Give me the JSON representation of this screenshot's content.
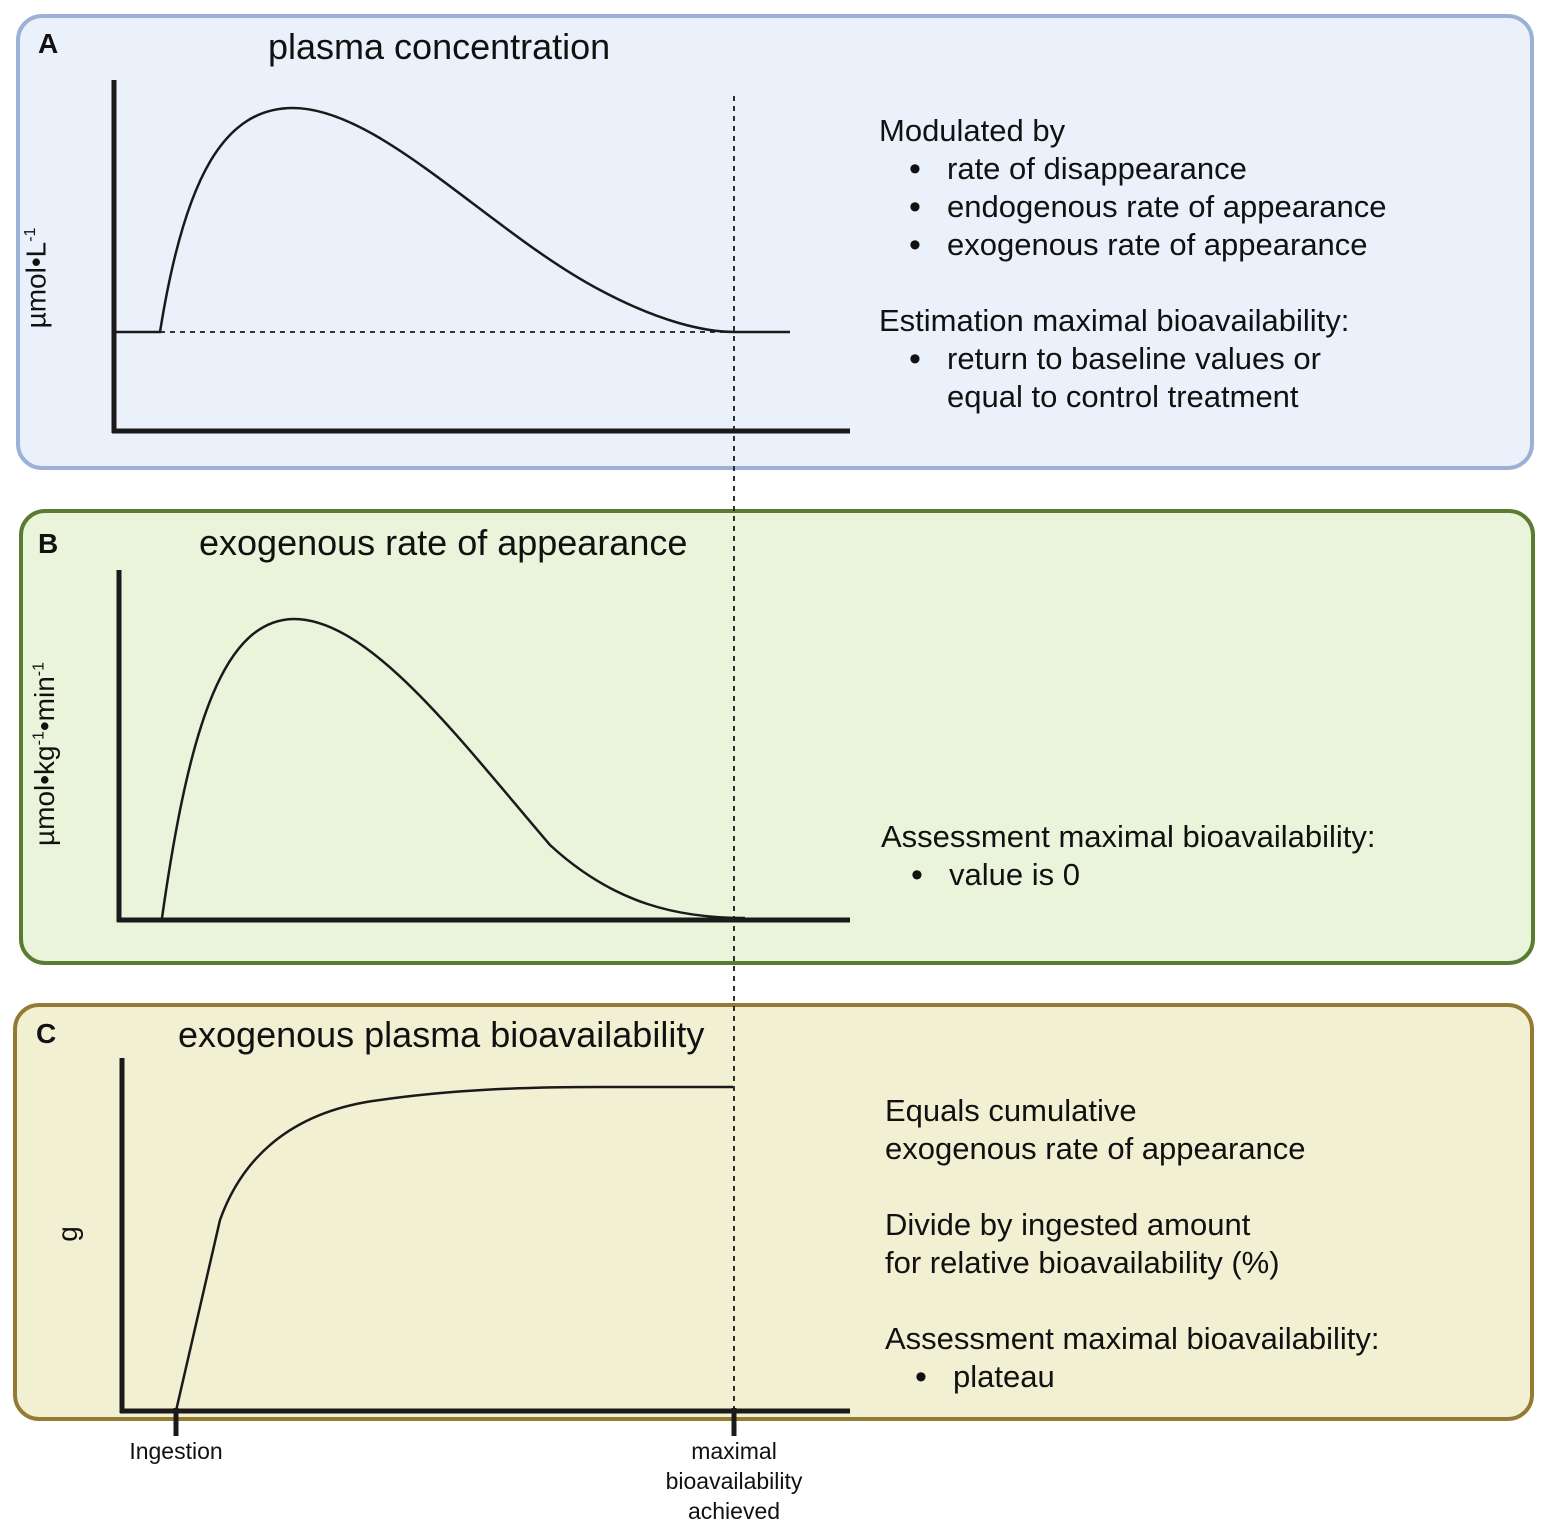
{
  "panel_a": {
    "letter": "A",
    "title": "plasma concentration",
    "ylabel": {
      "base": "µmol•L",
      "exp": "-1"
    },
    "notes": {
      "heading1": "Modulated by",
      "bullets1": [
        "rate of disappearance",
        "endogenous rate of appearance",
        "exogenous rate of appearance"
      ],
      "heading2": "Estimation maximal bioavailability:",
      "bullets2": [
        "return to baseline values or equal to control treatment"
      ]
    }
  },
  "panel_b": {
    "letter": "B",
    "title": "exogenous rate of appearance",
    "ylabel": {
      "p1": "µmol•kg",
      "e1": "-1",
      "p2": "•min",
      "e2": "-1"
    },
    "notes": {
      "heading": "Assessment maximal bioavailability:",
      "bullets": [
        "value is 0"
      ]
    }
  },
  "panel_c": {
    "letter": "C",
    "title": "exogenous plasma bioavailability",
    "ylabel": "g",
    "notes": {
      "line1": "Equals cumulative",
      "line2": "exogenous rate of appearance",
      "line3": "Divide by ingested amount",
      "line4": "for relative bioavailability (%)",
      "heading": "Assessment maximal bioavailability:",
      "bullets": [
        "plateau"
      ]
    }
  },
  "x_ticks": {
    "ingestion": "Ingestion",
    "maximal": [
      "maximal",
      "bioavailability",
      "achieved"
    ]
  }
}
